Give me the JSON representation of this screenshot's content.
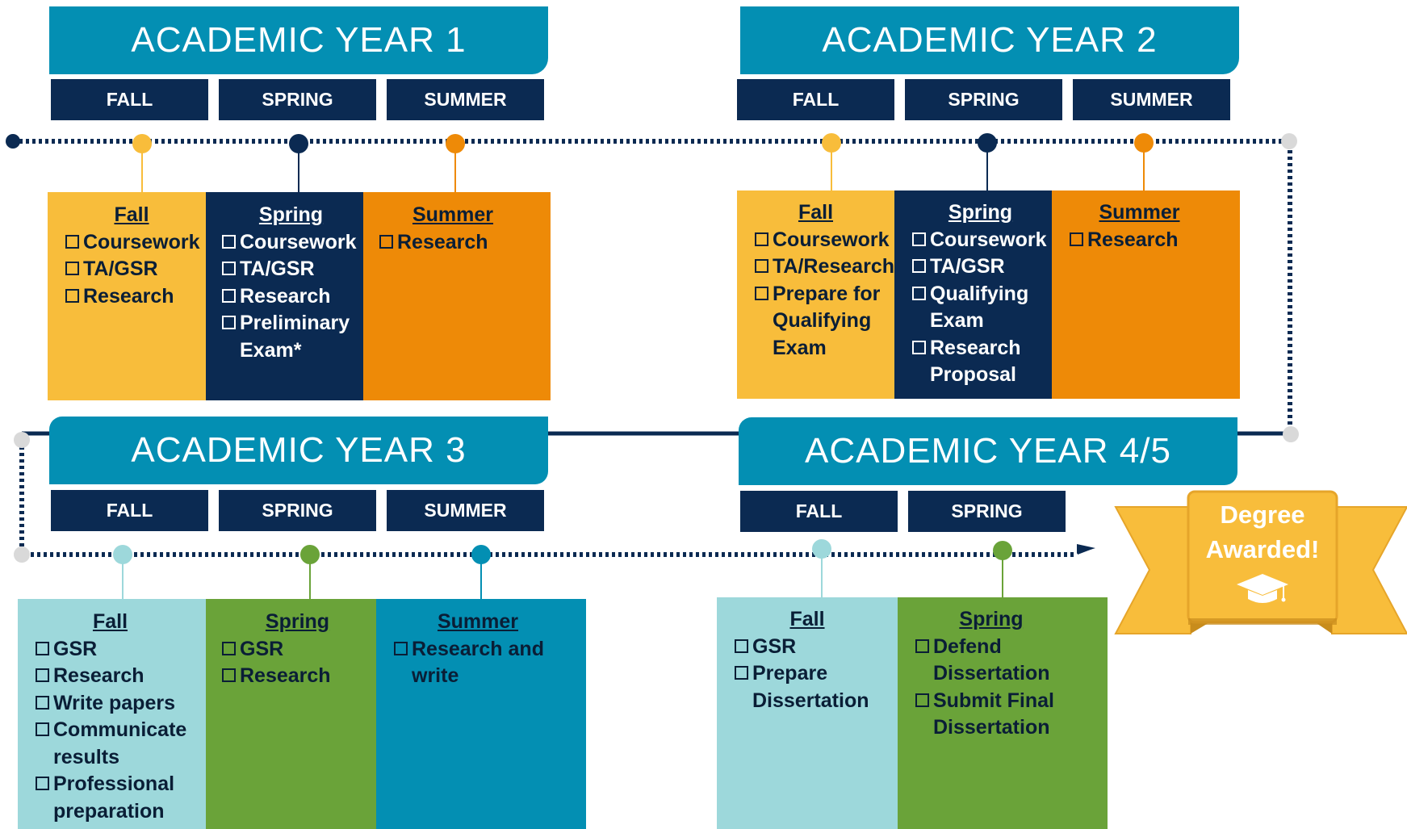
{
  "colors": {
    "teal_banner": "#038fb3",
    "navy": "#0b2a52",
    "gold": "#f8bd3b",
    "orange": "#ee8a07",
    "light_teal": "#9dd8db",
    "green": "#6aa339",
    "teal_summer": "#038fb3",
    "grey_dot": "#d9d9d9"
  },
  "years": [
    {
      "title": "ACADEMIC YEAR 1",
      "seasons": [
        "FALL",
        "SPRING",
        "SUMMER"
      ],
      "cards": [
        {
          "title": "Fall",
          "items": [
            "Coursework",
            "TA/GSR",
            "Research"
          ]
        },
        {
          "title": "Spring",
          "items": [
            "Coursework",
            "TA/GSR",
            "Research",
            "Preliminary Exam*"
          ]
        },
        {
          "title": "Summer",
          "items": [
            "Research"
          ]
        }
      ]
    },
    {
      "title": "ACADEMIC YEAR 2",
      "seasons": [
        "FALL",
        "SPRING",
        "SUMMER"
      ],
      "cards": [
        {
          "title": "Fall",
          "items": [
            "Coursework",
            "TA/Research",
            "Prepare for Qualifying Exam"
          ]
        },
        {
          "title": "Spring",
          "items": [
            "Coursework",
            "TA/GSR",
            "Qualifying Exam",
            "Research Proposal"
          ]
        },
        {
          "title": "Summer",
          "items": [
            "Research"
          ]
        }
      ]
    },
    {
      "title": "ACADEMIC YEAR 3",
      "seasons": [
        "FALL",
        "SPRING",
        "SUMMER"
      ],
      "cards": [
        {
          "title": "Fall",
          "items": [
            "GSR",
            "Research",
            "Write papers",
            "Communicate results",
            "Professional preparation"
          ]
        },
        {
          "title": "Spring",
          "items": [
            "GSR",
            "Research"
          ]
        },
        {
          "title": "Summer",
          "items": [
            "Research and write"
          ]
        }
      ]
    },
    {
      "title": "ACADEMIC YEAR 4/5",
      "seasons": [
        "FALL",
        "SPRING"
      ],
      "cards": [
        {
          "title": "Fall",
          "items": [
            "GSR",
            "Prepare Dissertation"
          ]
        },
        {
          "title": "Spring",
          "items": [
            "Defend Dissertation",
            "Submit Final Dissertation"
          ]
        }
      ]
    }
  ],
  "degree": {
    "line1": "Degree",
    "line2": "Awarded!",
    "icon": "graduation-cap-icon"
  }
}
